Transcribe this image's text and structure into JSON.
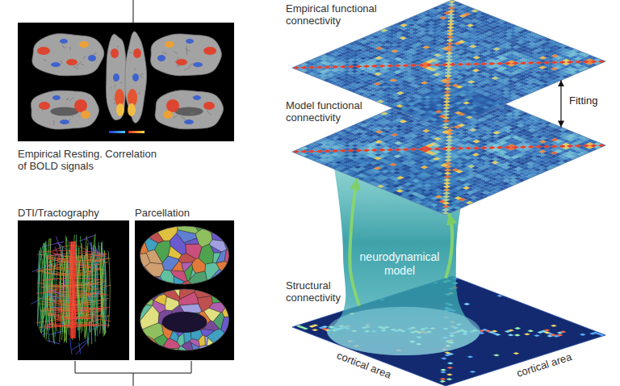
{
  "diagram": {
    "nodes": [
      {
        "text": [
          "Empirical Resting. Correlation of BOLD signals"
        ]
      },
      {
        "text": [
          "DTI/Tractography"
        ]
      },
      {
        "text": [
          "Parcellation"
        ]
      },
      {
        "text": [
          "Empirical functional connectivity"
        ]
      },
      {
        "text": [
          "Model functional connectivity"
        ]
      },
      {
        "text": [
          "neurodynamical model"
        ]
      },
      {
        "text": [
          "Structural connectivity"
        ]
      }
    ],
    "edges": [
      {
        "from": 3,
        "to": 4,
        "label": "Fitting",
        "arrow": "both"
      },
      {
        "from": 6,
        "to": 4,
        "arrow": "to"
      },
      {
        "from": 6,
        "to": 4,
        "arrow": "to"
      }
    ],
    "labels": [
      "cortical area",
      "cortical area"
    ]
  }
}
